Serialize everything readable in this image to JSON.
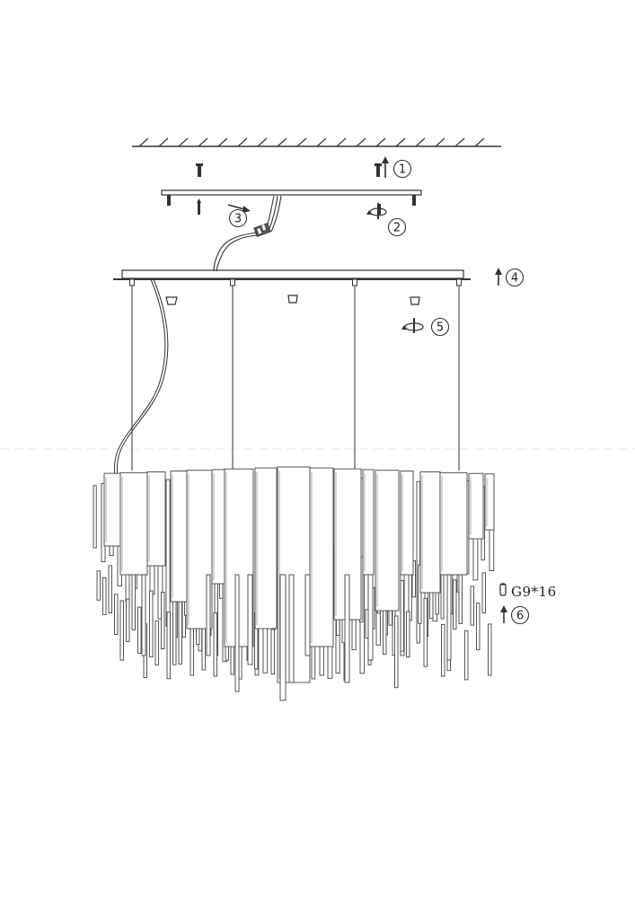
{
  "diagram": {
    "steps": [
      {
        "number": "1",
        "icon": "up-arrow-icon"
      },
      {
        "number": "2",
        "icon": "rotate-icon"
      },
      {
        "number": "3",
        "icon": "connect-arrow-icon"
      },
      {
        "number": "4",
        "icon": "up-arrow-icon"
      },
      {
        "number": "5",
        "icon": "rotate-icon"
      },
      {
        "number": "6",
        "icon": "up-arrow-icon"
      }
    ],
    "bulb": {
      "label": "G9*16",
      "icon": "g9-bulb-icon"
    },
    "colors": {
      "ink": "#333333",
      "paper": "#ffffff"
    }
  }
}
